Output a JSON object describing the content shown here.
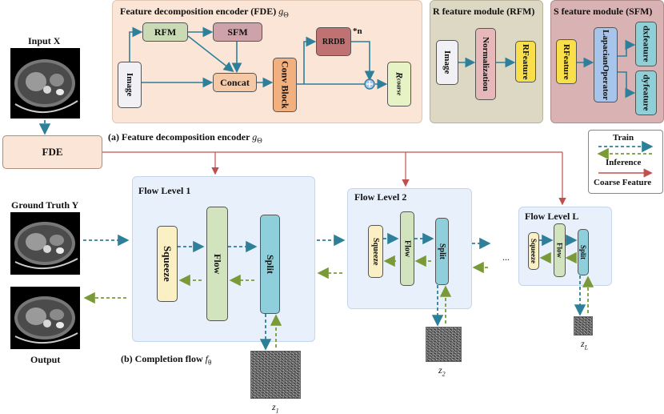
{
  "fde_panel": {
    "title": "Feature decomposition encoder (FDE)",
    "title_symbol": "g",
    "title_symbol_sub": "Θ",
    "nodes": {
      "image": "Image",
      "rfm": "RFM",
      "sfm": "SFM",
      "concat": "Concat",
      "conv_block": "Conv Block",
      "rrdb": "RRDB",
      "rrdb_repeat": "*n",
      "r_coarse": "R",
      "r_coarse_sub": "coarse"
    }
  },
  "rfm_panel": {
    "title": "R feature module (RFM)",
    "nodes": {
      "image": "Image",
      "normalization": "Normalization",
      "r_feature_1": "R",
      "r_feature_2": "Feature"
    }
  },
  "sfm_panel": {
    "title": "S feature module (SFM)",
    "nodes": {
      "r_feature_1": "R",
      "r_feature_2": "Feature",
      "laplacian_1": "Lapacian",
      "laplacian_2": "Operator",
      "dx_1": "dx",
      "dx_2": "feature",
      "dy_1": "dy",
      "dy_2": "feature"
    }
  },
  "legend": {
    "train": "Train",
    "inference": "Inference",
    "coarse_feature": "Coarse Feature"
  },
  "captions": {
    "a": "(a) Feature decomposition encoder",
    "a_symbol": "g",
    "a_symbol_sub": "Θ",
    "b": "(b) Completion flow",
    "b_symbol": "f",
    "b_symbol_sub": "θ"
  },
  "left": {
    "input_x": "Input X",
    "fde": "FDE",
    "ground_truth": "Ground Truth Y",
    "output": "Output"
  },
  "flow_levels": [
    {
      "title": "Flow Level 1",
      "squeeze": "Squeeze",
      "flow": "Flow",
      "split": "Split",
      "z": "z",
      "z_sub": "1"
    },
    {
      "title": "Flow Level 2",
      "squeeze": "Squeeze",
      "flow": "Flow",
      "split": "Split",
      "z": "z",
      "z_sub": "2"
    },
    {
      "title": "Flow Level L",
      "squeeze": "Squeeze",
      "flow": "Flow",
      "split": "Split",
      "z": "z",
      "z_sub": "L"
    }
  ],
  "ellipsis": "...",
  "colors": {
    "train_arrow": "#2e7f9a",
    "inference_arrow": "#7a9a3a",
    "coarse_arrow": "#c0504d",
    "fde_bg": "#fbe5d6",
    "rfm_bg": "#ddd8c4",
    "sfm_bg": "#d9b3b3",
    "flow_bg": "#e8f0fb"
  }
}
